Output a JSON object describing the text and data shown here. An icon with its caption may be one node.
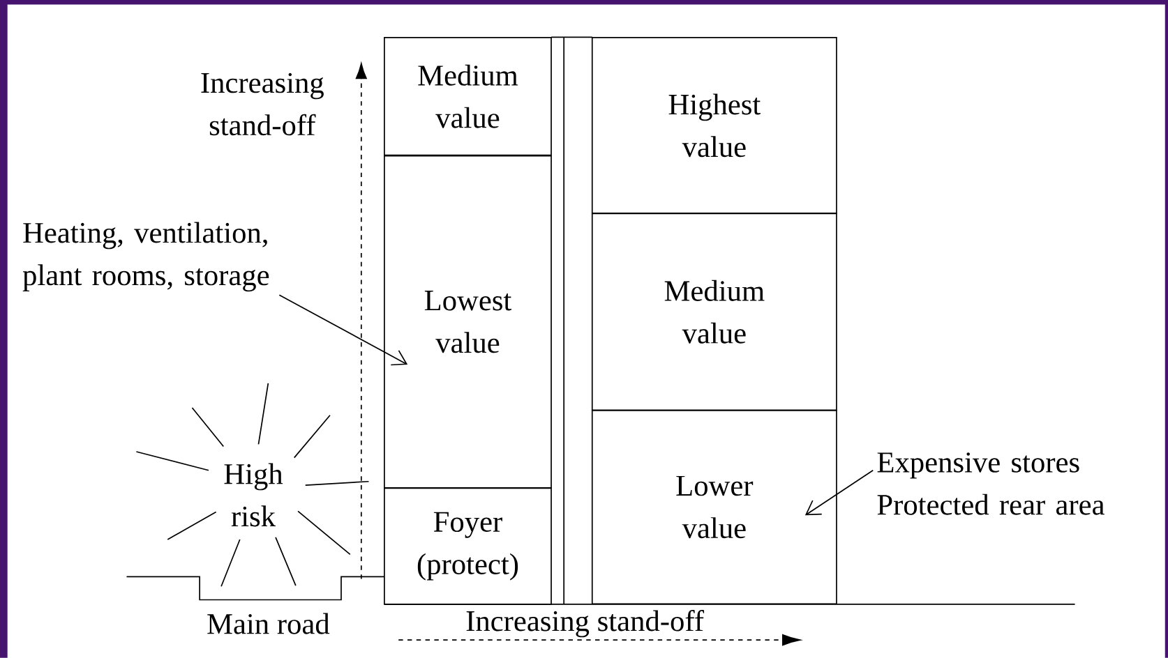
{
  "diagram": {
    "nodes": [
      {
        "text": [
          "Medium value"
        ]
      },
      {
        "text": [
          "Lowest value"
        ]
      },
      {
        "text": [
          "Foyer (protect)"
        ]
      },
      {
        "text": [
          "Highest value"
        ]
      },
      {
        "text": [
          "Medium value"
        ]
      },
      {
        "text": [
          "Lower value"
        ]
      },
      {
        "text": [
          "Heating, ventilation, plant rooms, storage"
        ]
      },
      {
        "text": [
          "Expensive stores",
          "Protected rear area"
        ]
      }
    ],
    "edges": [
      {
        "from": 6,
        "to": 1,
        "arrow": "to"
      },
      {
        "from": 7,
        "to": 5,
        "arrow": "to"
      }
    ],
    "labels": [
      "Increasing stand-off",
      "High risk",
      "Main road",
      "Increasing stand-off"
    ]
  }
}
